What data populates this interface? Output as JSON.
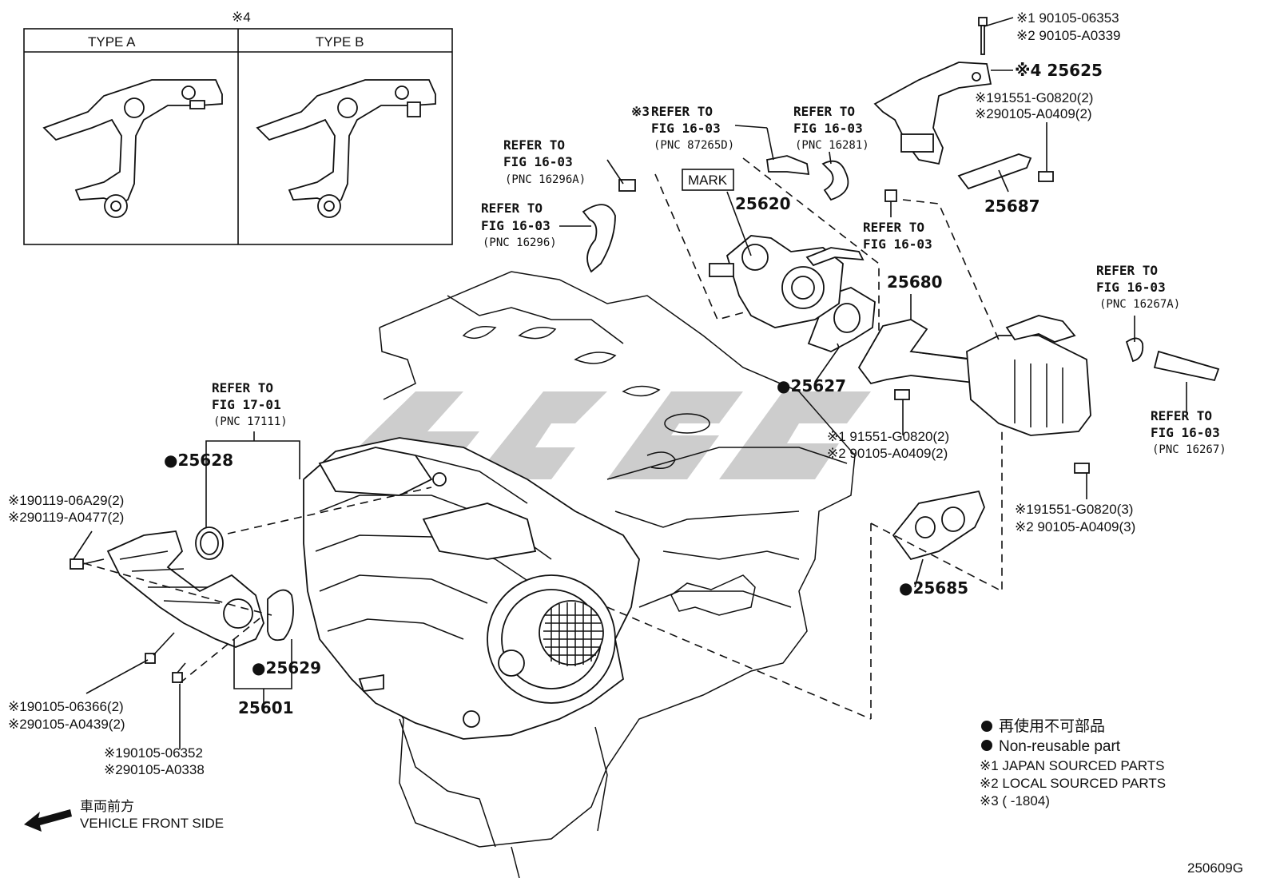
{
  "diagram": {
    "inset": {
      "note_mark": "※4",
      "type_a": "TYPE A",
      "type_b": "TYPE B"
    },
    "bolt_top": {
      "l1": "※1 90105-06353",
      "l2": "※2 90105-A0339"
    },
    "bracket": {
      "l1": "※4  25625"
    },
    "bracket_bolt": {
      "l1": "※191551-G0820(2)",
      "l2": "※290105-A0409(2)"
    },
    "plate": "25687",
    "ref_87265d": {
      "mark": "※3",
      "l1": "REFER TO",
      "l2": "FIG 16-03",
      "l3": "(PNC 87265D)"
    },
    "ref_16281": {
      "l1": "REFER TO",
      "l2": "FIG 16-03",
      "l3": "(PNC 16281)"
    },
    "ref_16296a": {
      "l1": "REFER TO",
      "l2": "FIG 16-03",
      "l3": "(PNC 16296A)"
    },
    "ref_16296": {
      "l1": "REFER TO",
      "l2": "FIG 16-03",
      "l3": "(PNC 16296)"
    },
    "mark_box": "MARK",
    "valve": "25620",
    "ref_clamp": {
      "l1": "REFER TO",
      "l2": "FIG 16-03"
    },
    "pipe": "25680",
    "gasket_a": "●25627",
    "ref_16267a": {
      "l1": "REFER TO",
      "l2": "FIG 16-03",
      "l3": "(PNC 16267A)"
    },
    "ref_16267": {
      "l1": "REFER TO",
      "l2": "FIG 16-03",
      "l3": "(PNC 16267)"
    },
    "pipe_bolt": {
      "l1": "※1 91551-G0820(2)",
      "l2": "※2 90105-A0409(2)"
    },
    "cooler_bolt": {
      "l1": "※191551-G0820(3)",
      "l2": "※2 90105-A0409(3)"
    },
    "gasket_b": "●25685",
    "ref_17111": {
      "l1": "REFER TO",
      "l2": "FIG 17-01",
      "l3": "(PNC 17111)"
    },
    "gasket_c": "●25628",
    "gasket_d": "●25629",
    "housing": "25601",
    "left_bolt": {
      "l1": "※190119-06A29(2)",
      "l2": "※290119-A0477(2)"
    },
    "left_bolt2": {
      "l1": "※190105-06366(2)",
      "l2": "※290105-A0439(2)"
    },
    "left_bolt3": {
      "l1": "※190105-06352",
      "l2": "※290105-A0338"
    },
    "front": {
      "jp": "車両前方",
      "en": "VEHICLE FRONT SIDE"
    },
    "legend": {
      "jp": "再使用不可部品",
      "en": "Non-reusable part",
      "n1": "※1 JAPAN SOURCED PARTS",
      "n2": "※2 LOCAL SOURCED PARTS",
      "n3": "※3 (      -1804)"
    },
    "code": "250609G"
  }
}
